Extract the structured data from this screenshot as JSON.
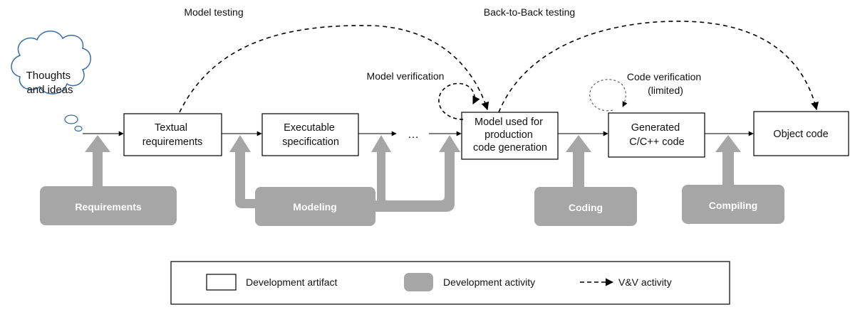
{
  "thought_bubble": {
    "lines": [
      "Thoughts",
      "and ideas"
    ]
  },
  "artifacts": {
    "textual_requirements": [
      "Textual",
      "requirements"
    ],
    "executable_specification": [
      "Executable",
      "specification"
    ],
    "model_production": [
      "Model used for",
      "production",
      "code generation"
    ],
    "generated_code": [
      "Generated",
      "C/C++ code"
    ],
    "object_code": [
      "Object code"
    ]
  },
  "ellipsis": "…",
  "activities": {
    "requirements": "Requirements",
    "modeling": "Modeling",
    "coding": "Coding",
    "compiling": "Compiling"
  },
  "vv_labels": {
    "model_testing": "Model testing",
    "back_to_back": "Back-to-Back testing",
    "model_verification": "Model verification",
    "code_verification": [
      "Code verification",
      "(limited)"
    ]
  },
  "legend": {
    "artifact": "Development artifact",
    "activity": "Development activity",
    "vv": "V&V activity"
  },
  "colors": {
    "activity_fill": "#a6a6a6",
    "stroke": "#000000",
    "bubble_stroke": "#3a6ea5"
  }
}
